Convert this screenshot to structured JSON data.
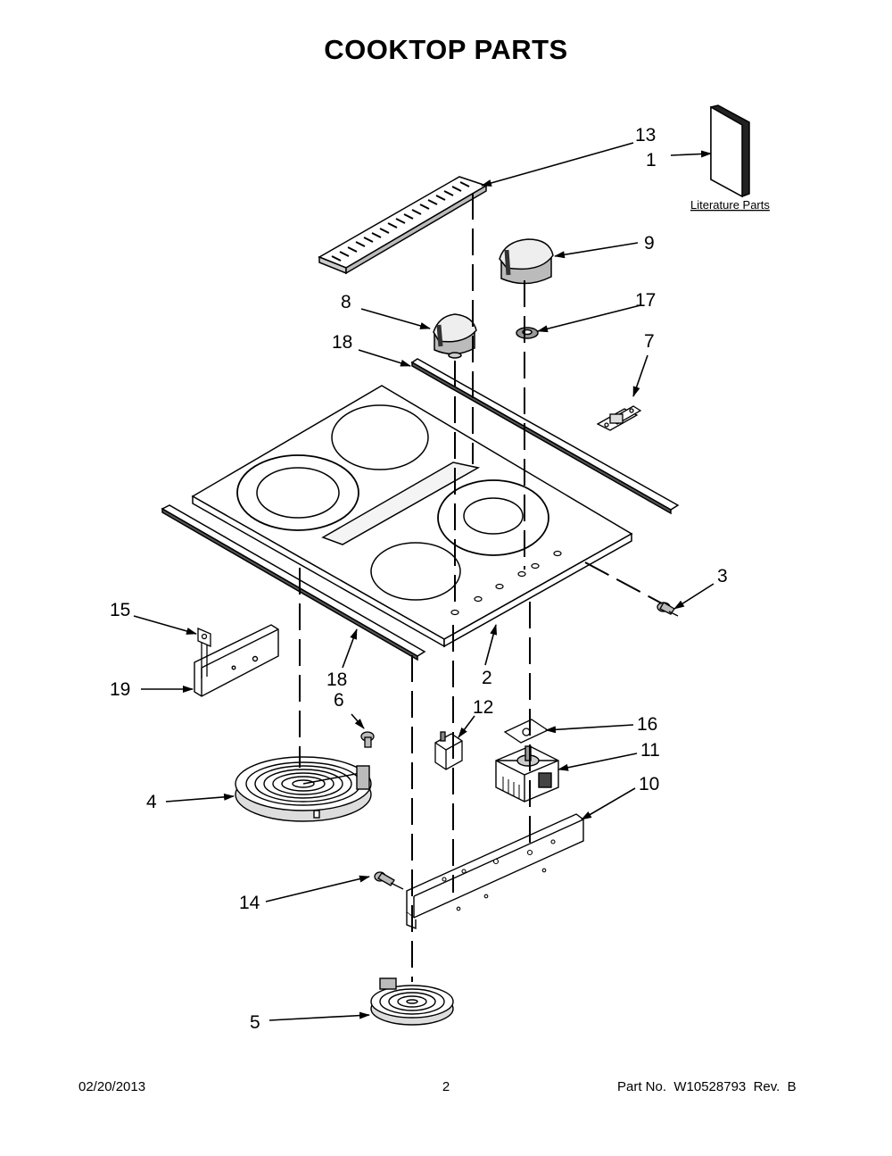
{
  "title": "COOKTOP PARTS",
  "literature_label": "Literature Parts",
  "callouts": {
    "c1": "1",
    "c2": "2",
    "c3": "3",
    "c4": "4",
    "c5": "5",
    "c6": "6",
    "c7": "7",
    "c8": "8",
    "c9": "9",
    "c10": "10",
    "c11": "11",
    "c12": "12",
    "c13": "13",
    "c14": "14",
    "c15": "15",
    "c16": "16",
    "c17": "17",
    "c18a": "18",
    "c18b": "18",
    "c19": "19"
  },
  "footer": {
    "date": "02/20/2013",
    "page": "2",
    "part": "Part No.  W10528793  Rev.  B"
  }
}
